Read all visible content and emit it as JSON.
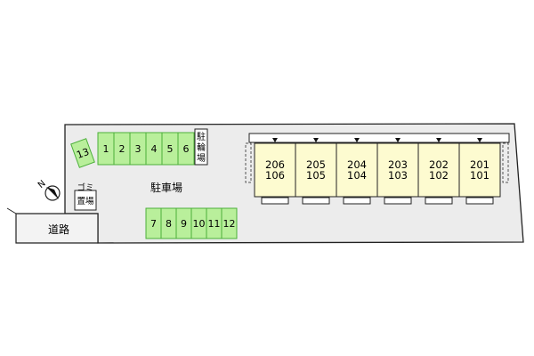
{
  "labels": {
    "road": "道路",
    "parking_lot": "駐車場",
    "bicycle_parking": [
      "駐",
      "輪",
      "場"
    ],
    "garbage": [
      "ゴミ",
      "置場"
    ],
    "north": "N"
  },
  "parking": {
    "top_row": [
      "1",
      "2",
      "3",
      "4",
      "5",
      "6"
    ],
    "bottom_row": [
      "7",
      "8",
      "9",
      "10",
      "11",
      "12"
    ],
    "angled": "13"
  },
  "units": [
    {
      "upper": "206",
      "lower": "106"
    },
    {
      "upper": "205",
      "lower": "105"
    },
    {
      "upper": "204",
      "lower": "104"
    },
    {
      "upper": "203",
      "lower": "103"
    },
    {
      "upper": "202",
      "lower": "102"
    },
    {
      "upper": "201",
      "lower": "101"
    }
  ],
  "colors": {
    "parking_fill": "#b9ef9b",
    "parking_stroke": "#4caf3a",
    "unit_fill": "#fdfbd0",
    "site_fill": "#ececec",
    "road_fill": "#f3f3f3",
    "outline": "#222222"
  }
}
